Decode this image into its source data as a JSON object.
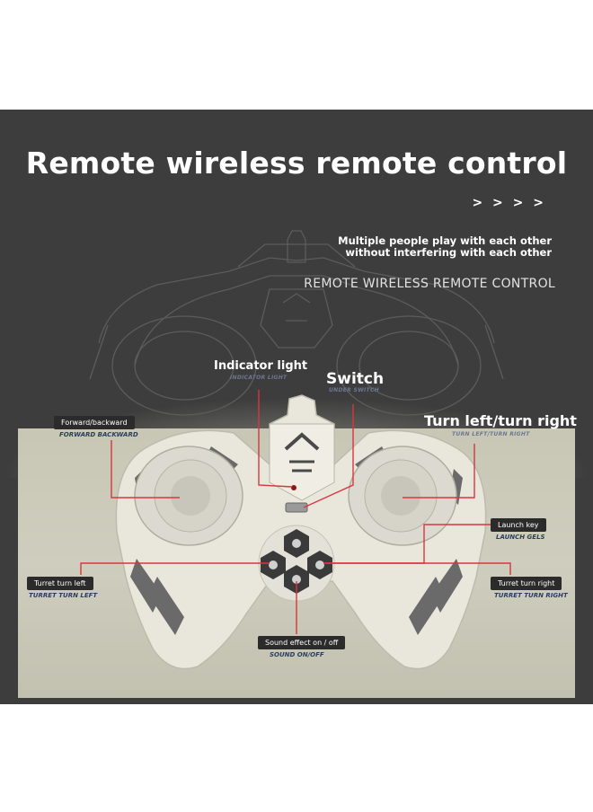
{
  "header": {
    "title": "Remote wireless remote control",
    "arrows": "> > > >",
    "desc_line1": "Multiple people play with each other",
    "desc_line2": "without interfering with each other",
    "subtitle": "REMOTE WIRELESS REMOTE CONTROL"
  },
  "callouts": {
    "indicator": {
      "label": "Indicator light",
      "ghost": "INDICATOR LIGHT"
    },
    "switch": {
      "label": "Switch",
      "ghost": "UNDER SWITCH"
    },
    "turn": {
      "label": "Turn left/turn right",
      "ghost": "TURN LEFT/TURN RIGHT"
    },
    "forward": {
      "label": "Forward/backward",
      "sub": "FORWARD BACKWARD"
    },
    "launch": {
      "label": "Launch key",
      "sub": "LAUNCH GELS"
    },
    "turret_left": {
      "label": "Turret turn left",
      "sub": "TURRET TURN LEFT"
    },
    "turret_right": {
      "label": "Turret turn right",
      "sub": "TURRET TURN RIGHT"
    },
    "sound": {
      "label": "Sound effect on / off",
      "sub": "SOUND ON/OFF"
    }
  },
  "colors": {
    "background": "#3d3d3d",
    "floor": "#cbc9b8",
    "controller": "#e9e7dc",
    "callout_line": "#d9363e",
    "label_box": "#2b2b2b"
  },
  "icons": [
    "background-vehicle-outline-icon",
    "controller-icon",
    "joystick-icon",
    "hexagon-button-icon"
  ]
}
